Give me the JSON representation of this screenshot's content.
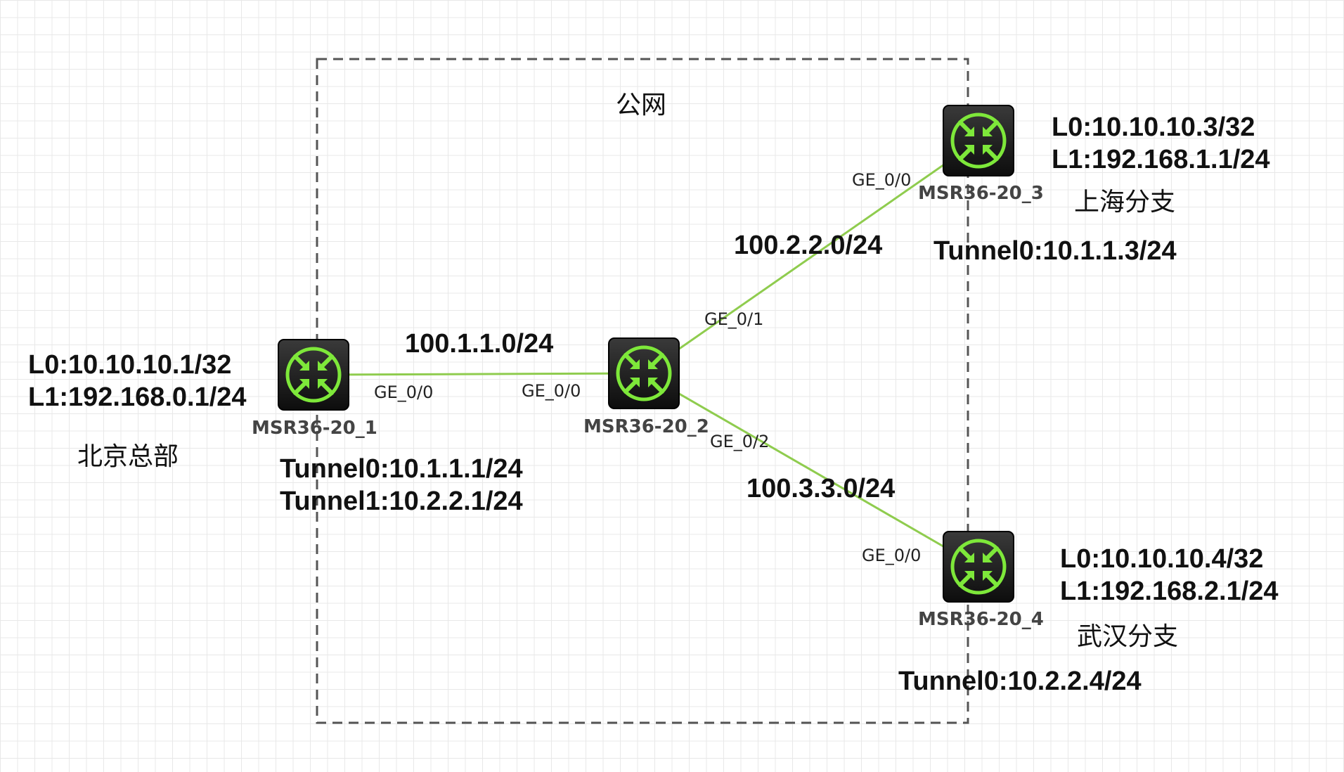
{
  "public_net_label": "公网",
  "devices": [
    {
      "id": "r1",
      "name": "MSR36-20_1",
      "site": "北京总部",
      "loopbacks": [
        "L0:10.10.10.1/32",
        "L1:192.168.0.1/24"
      ],
      "tunnels": [
        "Tunnel0:10.1.1.1/24",
        "Tunnel1:10.2.2.1/24"
      ]
    },
    {
      "id": "r2",
      "name": "MSR36-20_2"
    },
    {
      "id": "r3",
      "name": "MSR36-20_3",
      "site": "上海分支",
      "loopbacks": [
        "L0:10.10.10.3/32",
        "L1:192.168.1.1/24"
      ],
      "tunnels": [
        "Tunnel0:10.1.1.3/24"
      ]
    },
    {
      "id": "r4",
      "name": "MSR36-20_4",
      "site": "武汉分支",
      "loopbacks": [
        "L0:10.10.10.4/32",
        "L1:192.168.2.1/24"
      ],
      "tunnels": [
        "Tunnel0:10.2.2.4/24"
      ]
    }
  ],
  "links": [
    {
      "from": "r1",
      "to": "r2",
      "network": "100.1.1.0/24",
      "from_if": "GE_0/0",
      "to_if": "GE_0/0"
    },
    {
      "from": "r2",
      "to": "r3",
      "network": "100.2.2.0/24",
      "from_if": "GE_0/1",
      "to_if": "GE_0/0"
    },
    {
      "from": "r2",
      "to": "r4",
      "network": "100.3.3.0/24",
      "from_if": "GE_0/2",
      "to_if": "GE_0/0"
    }
  ],
  "colors": {
    "link": "#8fcc4e",
    "router_body": "#1c1c1c",
    "router_glyph": "#7ee83a",
    "boundary": "#555555"
  }
}
